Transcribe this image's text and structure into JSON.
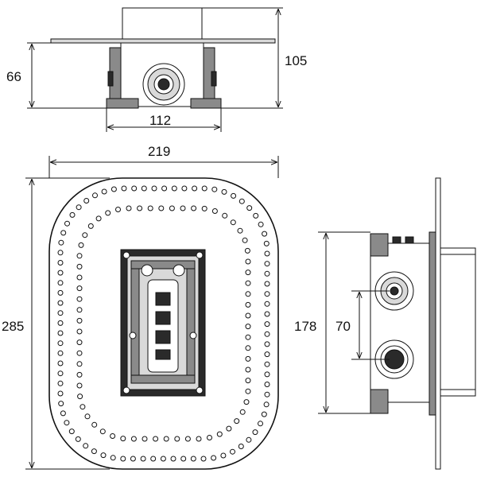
{
  "dimensions": {
    "top_height": "66",
    "top_overall": "105",
    "top_width": "112",
    "front_width": "219",
    "front_height": "285",
    "side_height": "178",
    "side_spacing": "70"
  },
  "colors": {
    "line": "#111111",
    "fill_gray": "#8a8a8a",
    "fill_light": "#d9d9d9"
  }
}
